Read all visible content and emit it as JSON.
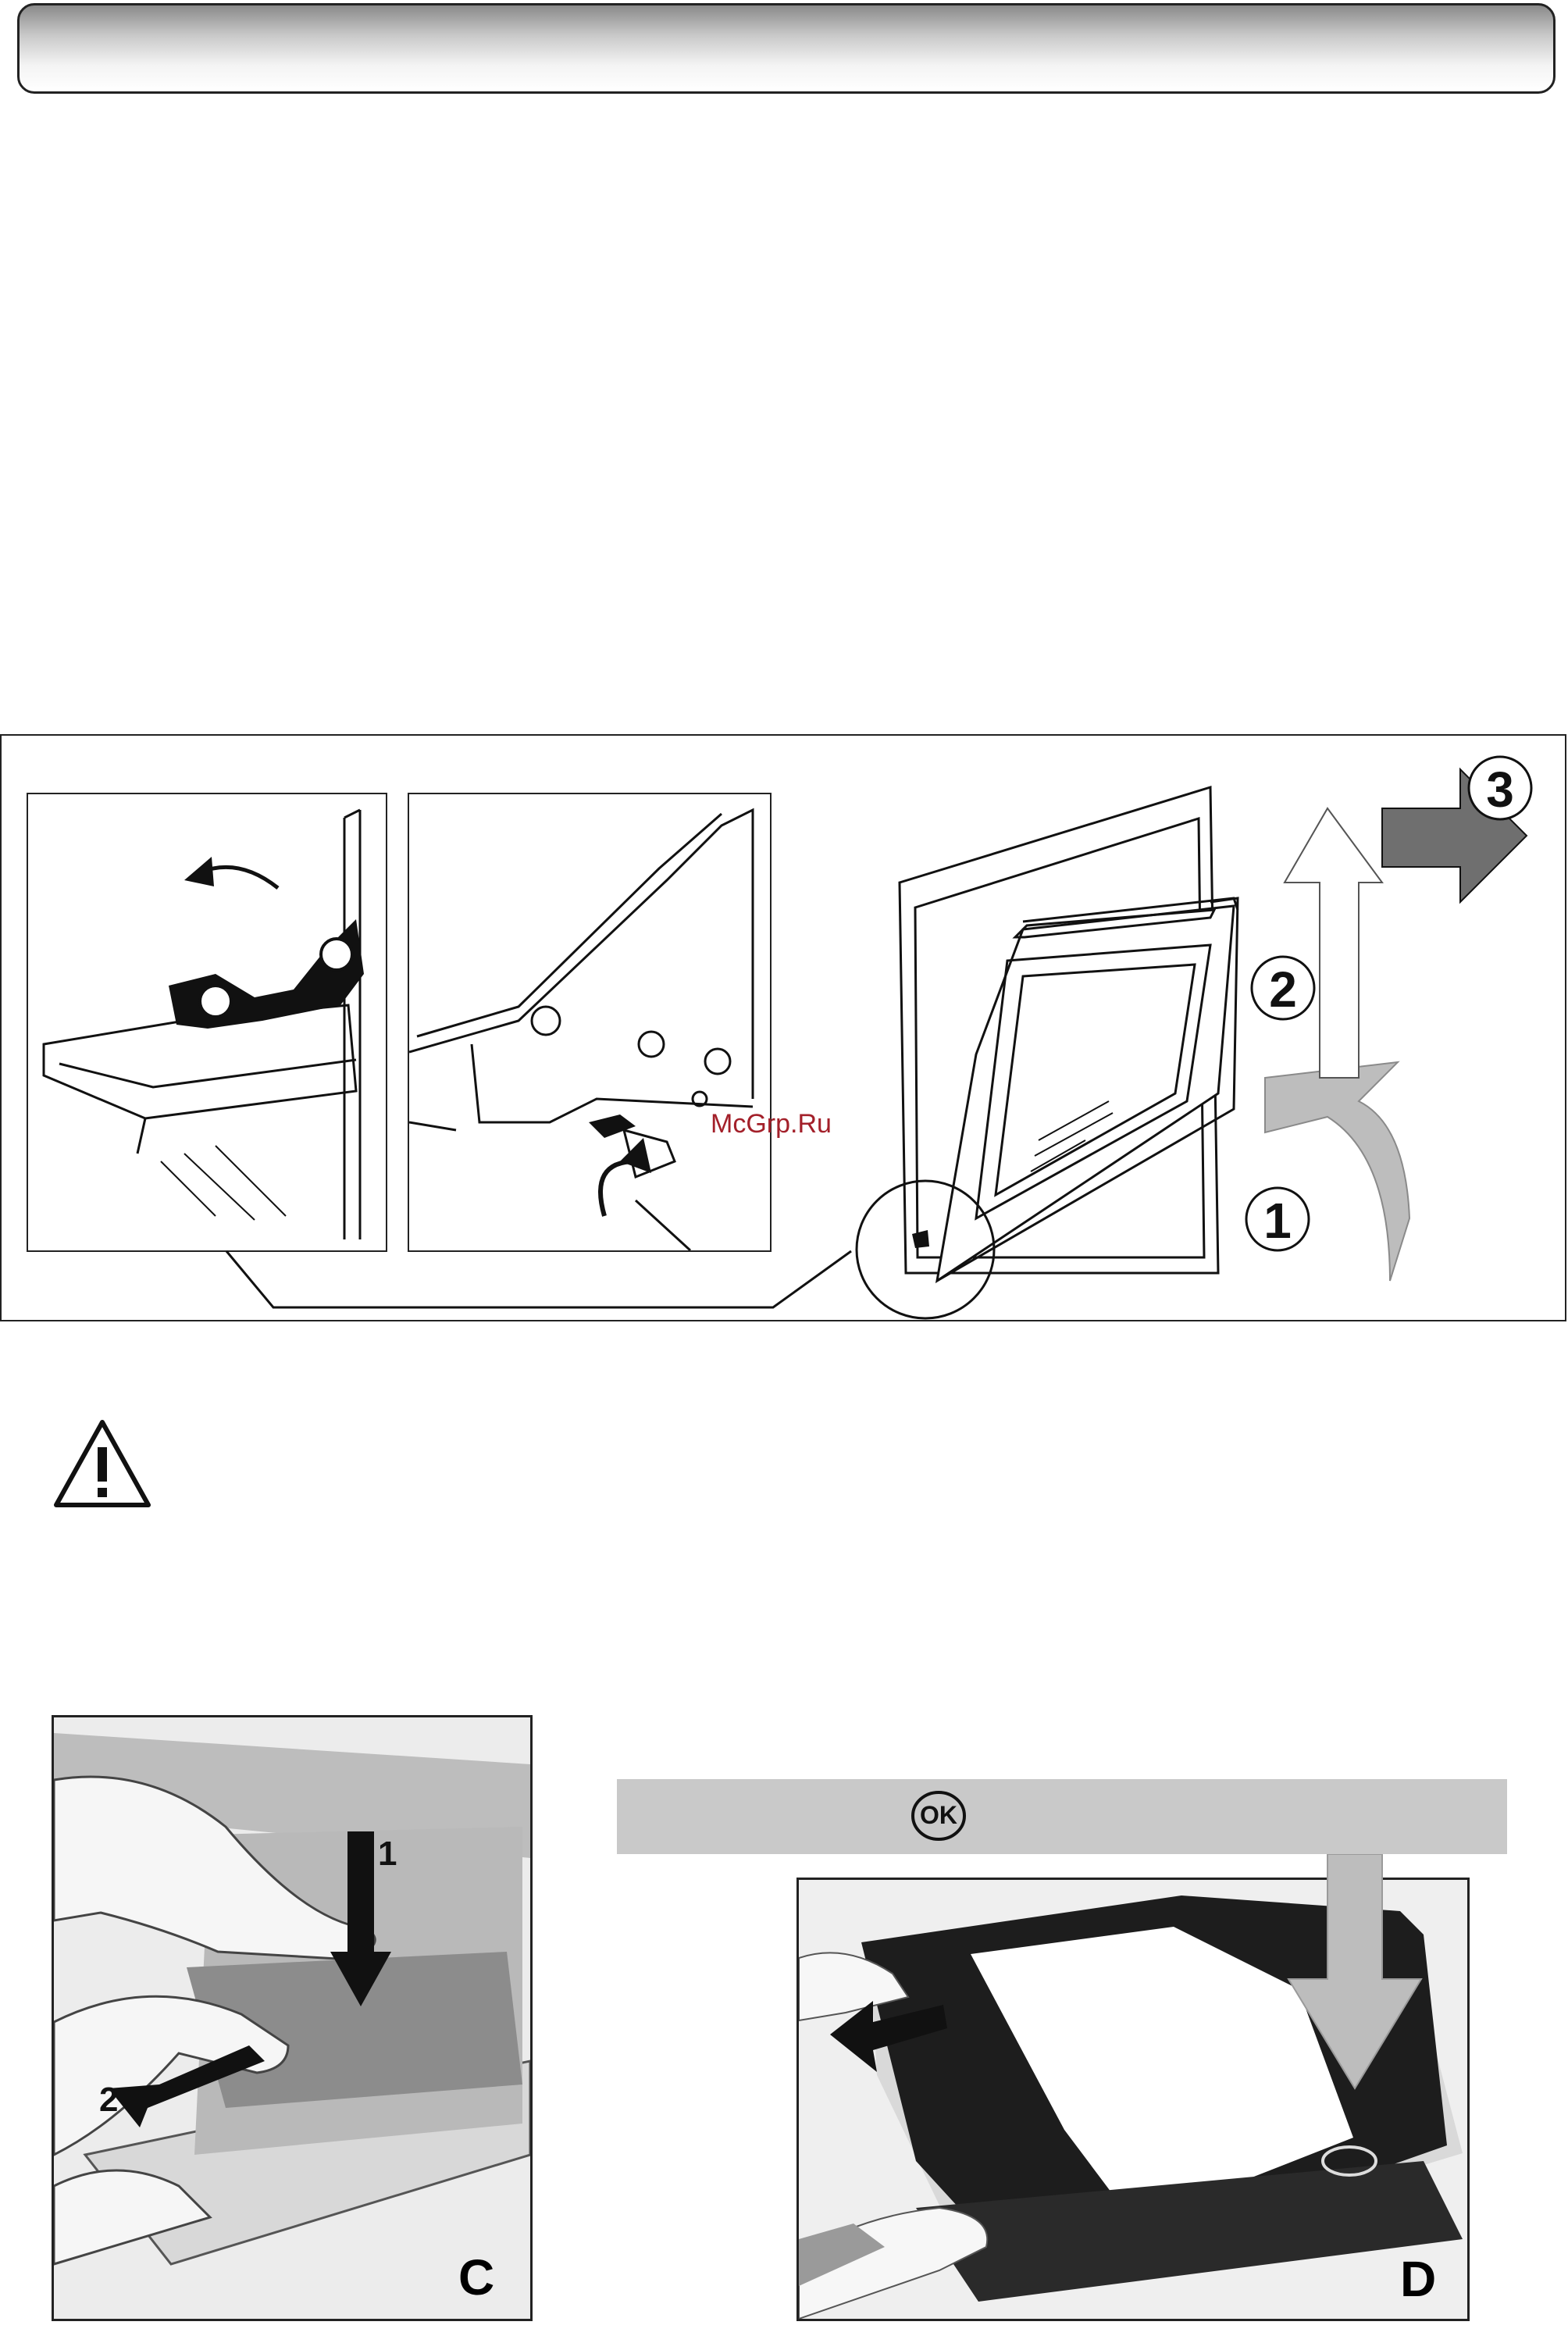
{
  "watermark": "McGrp.Ru",
  "steps": [
    "1",
    "2",
    "3"
  ],
  "photos": {
    "c_label": "C",
    "d_label": "D",
    "photo_c_arrow_1": "1",
    "photo_c_arrow_2": "2"
  },
  "ok_badge": "OK",
  "colors": {
    "grey_arrow": "#bdbdbd",
    "dark_arrow": "#6f6f6f",
    "watermark": "#a3202a",
    "band": "#c9c9c9"
  }
}
